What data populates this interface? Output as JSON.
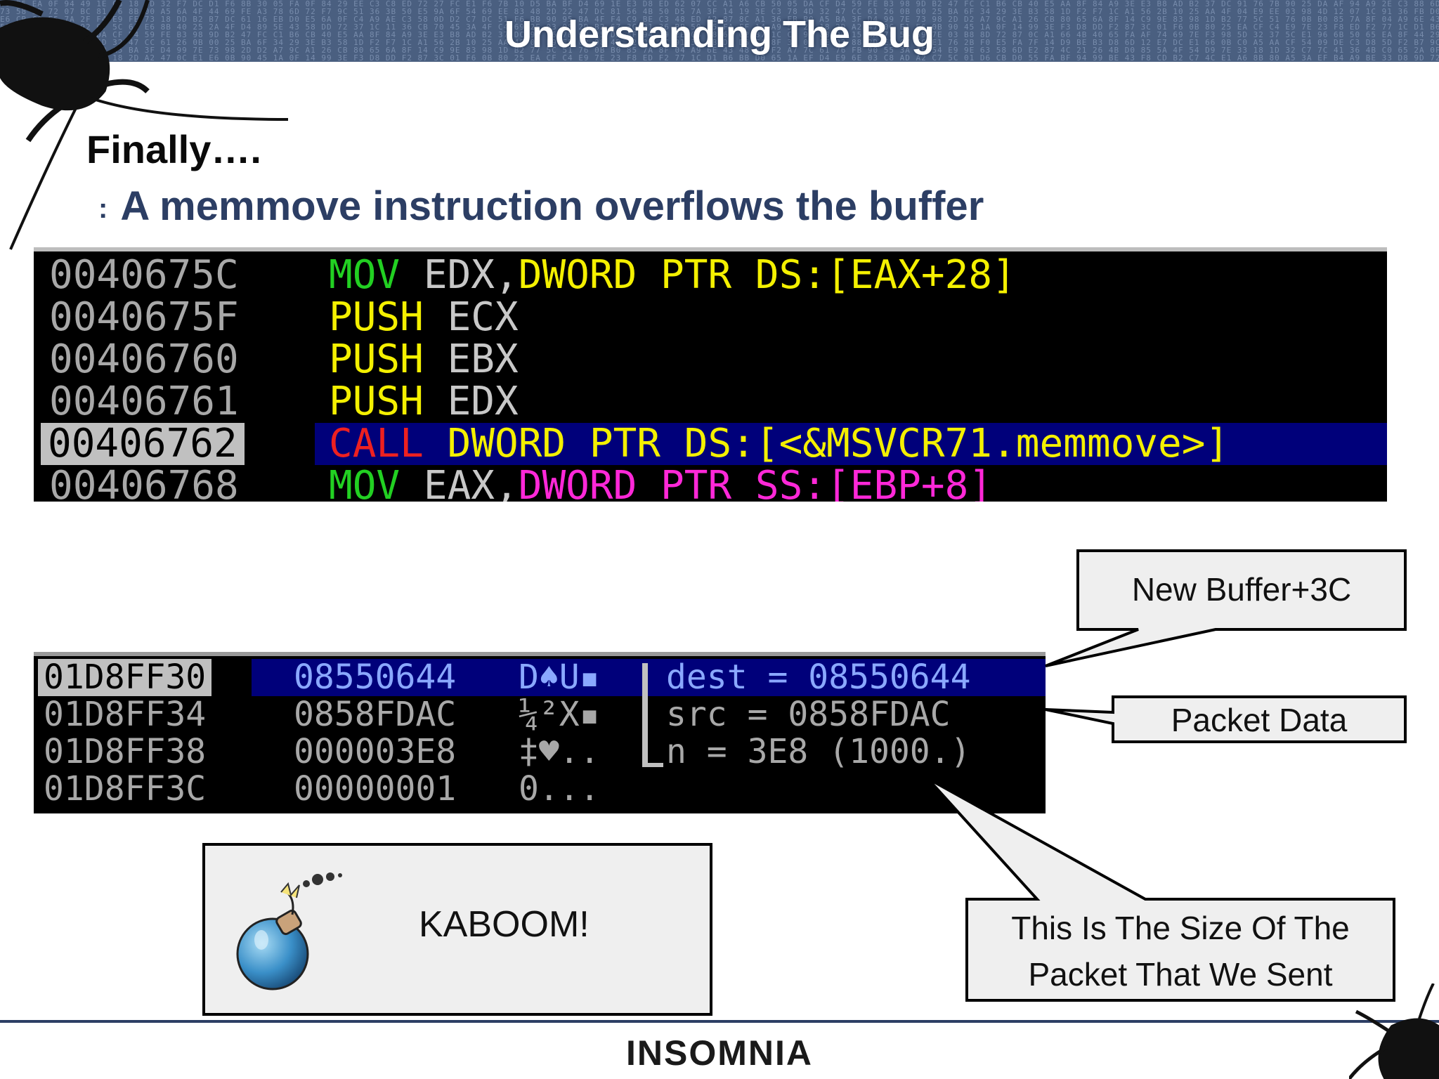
{
  "slide": {
    "title": "Understanding The Bug",
    "heading": "Finally….",
    "bullet": "A memmove instruction overflows the buffer",
    "bullet_mark": ":",
    "footer_logo": "INSOMNIA"
  },
  "disassembly": [
    {
      "address": "0040675C",
      "mnemonic": "MOV",
      "operands": [
        {
          "text": " EDX,",
          "color": "w"
        },
        {
          "text": "DWORD PTR DS:[EAX+28]",
          "color": "y"
        }
      ],
      "mnemonic_color": "g",
      "selected": false
    },
    {
      "address": "0040675F",
      "mnemonic": "PUSH",
      "operands": [
        {
          "text": " ECX",
          "color": "w"
        }
      ],
      "mnemonic_color": "y",
      "selected": false
    },
    {
      "address": "00406760",
      "mnemonic": "PUSH",
      "operands": [
        {
          "text": " EBX",
          "color": "w"
        }
      ],
      "mnemonic_color": "y",
      "selected": false
    },
    {
      "address": "00406761",
      "mnemonic": "PUSH",
      "operands": [
        {
          "text": " EDX",
          "color": "w"
        }
      ],
      "mnemonic_color": "y",
      "selected": false
    },
    {
      "address": "00406762",
      "mnemonic": "CALL",
      "operands": [
        {
          "text": " DWORD PTR DS:[<&MSVCR71.memmove>]",
          "color": "y"
        }
      ],
      "mnemonic_color": "r",
      "selected": true
    },
    {
      "address": "00406768",
      "mnemonic": "MOV",
      "operands": [
        {
          "text": " EAX,",
          "color": "w"
        },
        {
          "text": "DWORD PTR SS:[EBP+8]",
          "color": "m"
        }
      ],
      "mnemonic_color": "g",
      "selected": false
    }
  ],
  "stack": [
    {
      "address": "01D8FF30",
      "value": "08550644",
      "ascii": "D♠U▪",
      "comment": "dest = 08550644",
      "selected": true
    },
    {
      "address": "01D8FF34",
      "value": "0858FDAC",
      "ascii": "¼²X▪",
      "comment": "src = 0858FDAC",
      "selected": false
    },
    {
      "address": "01D8FF38",
      "value": "000003E8",
      "ascii": "‡♥..",
      "comment": "n = 3E8 (1000.)",
      "selected": false
    },
    {
      "address": "01D8FF3C",
      "value": "00000001",
      "ascii": "0...",
      "comment": "",
      "selected": false
    }
  ],
  "callouts": {
    "new_buffer": "New Buffer+3C",
    "packet_data": "Packet Data",
    "size_line1": "This Is The Size Of The",
    "size_line2": "Packet That We Sent",
    "kaboom": "KABOOM!"
  },
  "colors": {
    "header_bg": "#4a5f80",
    "bullet_text": "#2c3e64",
    "selection_band": "#00007a",
    "mnemonic_green": "#22d022",
    "mnemonic_yellow": "#f4f000",
    "call_red": "#ee2020",
    "operand_magenta": "#ff28d8"
  },
  "icons": [
    "cockroach-icon",
    "bomb-icon"
  ]
}
